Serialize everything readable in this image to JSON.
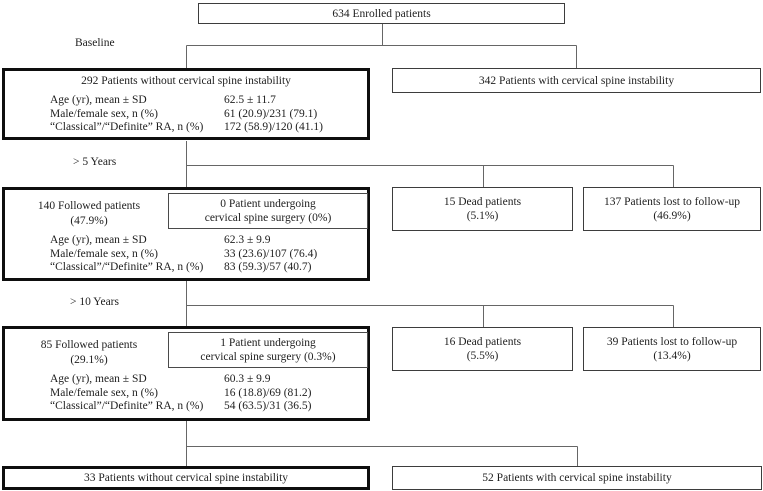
{
  "figure": {
    "stage_labels": {
      "baseline": "Baseline",
      "after_5_years": "> 5 Years",
      "after_10_years": "> 10 Years"
    },
    "enrolled": {
      "title": "634 Enrolled patients"
    },
    "baseline": {
      "without_instability": {
        "title": "292 Patients without cervical spine instability",
        "stats": [
          {
            "label": "Age (yr), mean ± SD",
            "value": "62.5 ± 11.7"
          },
          {
            "label": "Male/female sex, n (%)",
            "value": "61 (20.9)/231 (79.1)"
          },
          {
            "label": "“Classical”/“Definite” RA, n (%)",
            "value": "172 (58.9)/120 (41.1)"
          }
        ]
      },
      "with_instability": {
        "title": "342 Patients with cervical spine instability"
      }
    },
    "year5": {
      "followed": {
        "line1": "140 Followed patients",
        "line2": "(47.9%)"
      },
      "surgery": {
        "line1": "0 Patient undergoing",
        "line2": "cervical spine surgery (0%)"
      },
      "stats": [
        {
          "label": "Age (yr), mean ± SD",
          "value": "62.3 ± 9.9"
        },
        {
          "label": "Male/female sex, n (%)",
          "value": "33 (23.6)/107 (76.4)"
        },
        {
          "label": "“Classical”/“Definite” RA, n (%)",
          "value": "83 (59.3)/57 (40.7)"
        }
      ],
      "dead": {
        "line1": "15 Dead patients",
        "line2": "(5.1%)"
      },
      "lost": {
        "line1": "137 Patients lost to follow-up",
        "line2": "(46.9%)"
      }
    },
    "year10": {
      "followed": {
        "line1": "85 Followed patients",
        "line2": "(29.1%)"
      },
      "surgery": {
        "line1": "1 Patient undergoing",
        "line2": "cervical spine surgery (0.3%)"
      },
      "stats": [
        {
          "label": "Age (yr), mean ± SD",
          "value": "60.3 ± 9.9"
        },
        {
          "label": "Male/female sex, n (%)",
          "value": "16 (18.8)/69 (81.2)"
        },
        {
          "label": "“Classical”/“Definite” RA, n (%)",
          "value": "54 (63.5)/31 (36.5)"
        }
      ],
      "dead": {
        "line1": "16 Dead patients",
        "line2": "(5.5%)"
      },
      "lost": {
        "line1": "39 Patients lost to follow-up",
        "line2": "(13.4%)"
      }
    },
    "final": {
      "without_instability": "33 Patients without cervical spine instability",
      "with_instability": "52 Patients with cervical spine instability"
    }
  }
}
